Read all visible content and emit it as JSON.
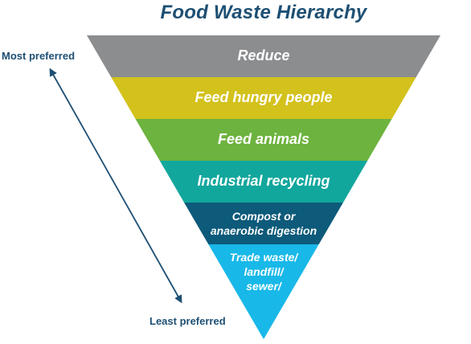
{
  "title": "Food Waste Hierarchy",
  "labels": {
    "most": "Most preferred",
    "least": "Least preferred"
  },
  "levels": [
    {
      "label": "Reduce",
      "color": "#8c8d8f"
    },
    {
      "label": "Feed hungry people",
      "color": "#d3c11c"
    },
    {
      "label": "Feed animals",
      "color": "#6db33f"
    },
    {
      "label": "Industrial recycling",
      "color": "#12a79d"
    },
    {
      "label": "Compost or anaerobic digestion",
      "lines": [
        "Compost or",
        "anaerobic digestion"
      ],
      "color": "#0d5a7a"
    },
    {
      "label": "Trade waste/ landfill/ sewer/",
      "lines": [
        "Trade waste/",
        "landfill/",
        "sewer/"
      ],
      "color": "#18b8e8"
    }
  ],
  "colors": {
    "title": "#1d4f73",
    "arrow": "#1d4f73"
  }
}
